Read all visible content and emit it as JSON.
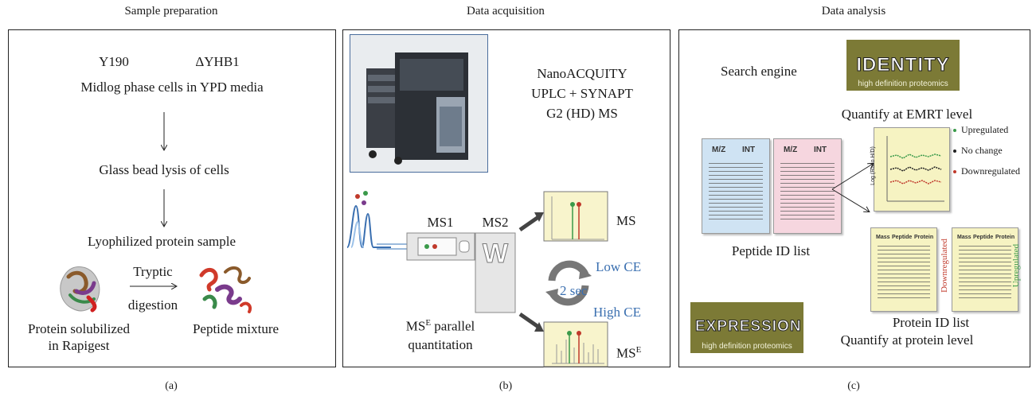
{
  "panels": {
    "a": {
      "header": "Sample preparation",
      "caption": "(a)",
      "strain1": "Y190",
      "strain2": "ΔYHB1",
      "step1": "Midlog phase cells in YPD media",
      "step2": "Glass bead lysis of cells",
      "step3": "Lyophilized protein sample",
      "tryptic": "Tryptic",
      "digestion": "digestion",
      "protein_label_1": "Protein solubilized",
      "protein_label_2": "in Rapigest",
      "peptide_label": "Peptide mixture"
    },
    "b": {
      "header": "Data acquisition",
      "caption": "(b)",
      "instrument_1": "NanoACQUITY",
      "instrument_2": "UPLC + SYNAPT",
      "instrument_3": "G2 (HD) MS",
      "ms1": "MS1",
      "ms2": "MS2",
      "ms": "MS",
      "mse_base": "MS",
      "mse_sup": "E",
      "low_ce": "Low CE",
      "high_ce": "High CE",
      "cycle_time": "2 sec",
      "parallel_base": "MS",
      "parallel_sup": "E",
      "parallel_rest": " parallel",
      "quantitation": "quantitation",
      "w_glyph": "W"
    },
    "c": {
      "header": "Data analysis",
      "caption": "(c)",
      "search_engine": "Search engine",
      "identity_logo": "IDENTITY",
      "identity_sub": "high definition proteomics",
      "quantify_emrt": "Quantify at EMRT level",
      "col_mz": "M/Z",
      "col_int": "INT",
      "peptide_list": "Peptide ID list",
      "upregulated": "Upregulated",
      "no_change": "No change",
      "downregulated": "Downregulated",
      "plot_axis": "Log (Ratio H/D)",
      "col_mass": "Mass",
      "col_peptide": "Peptide",
      "col_protein": "Protein",
      "down_vertical": "Downregulated",
      "up_vertical": "Upregulated",
      "protein_list": "Protein ID list",
      "quantify_protein": "Quantify at protein level",
      "expression_logo": "EXPRESSION",
      "expression_sub": "high definition proteomics"
    }
  },
  "colors": {
    "accent_blue": "#3a6fb0",
    "up_green": "#3a9a4a",
    "down_red": "#c0392b",
    "doc_blue": "#cfe3f3",
    "doc_pink": "#f6d6df",
    "doc_yellow": "#f6f3c2",
    "logo_olive": "#7c7a36"
  }
}
